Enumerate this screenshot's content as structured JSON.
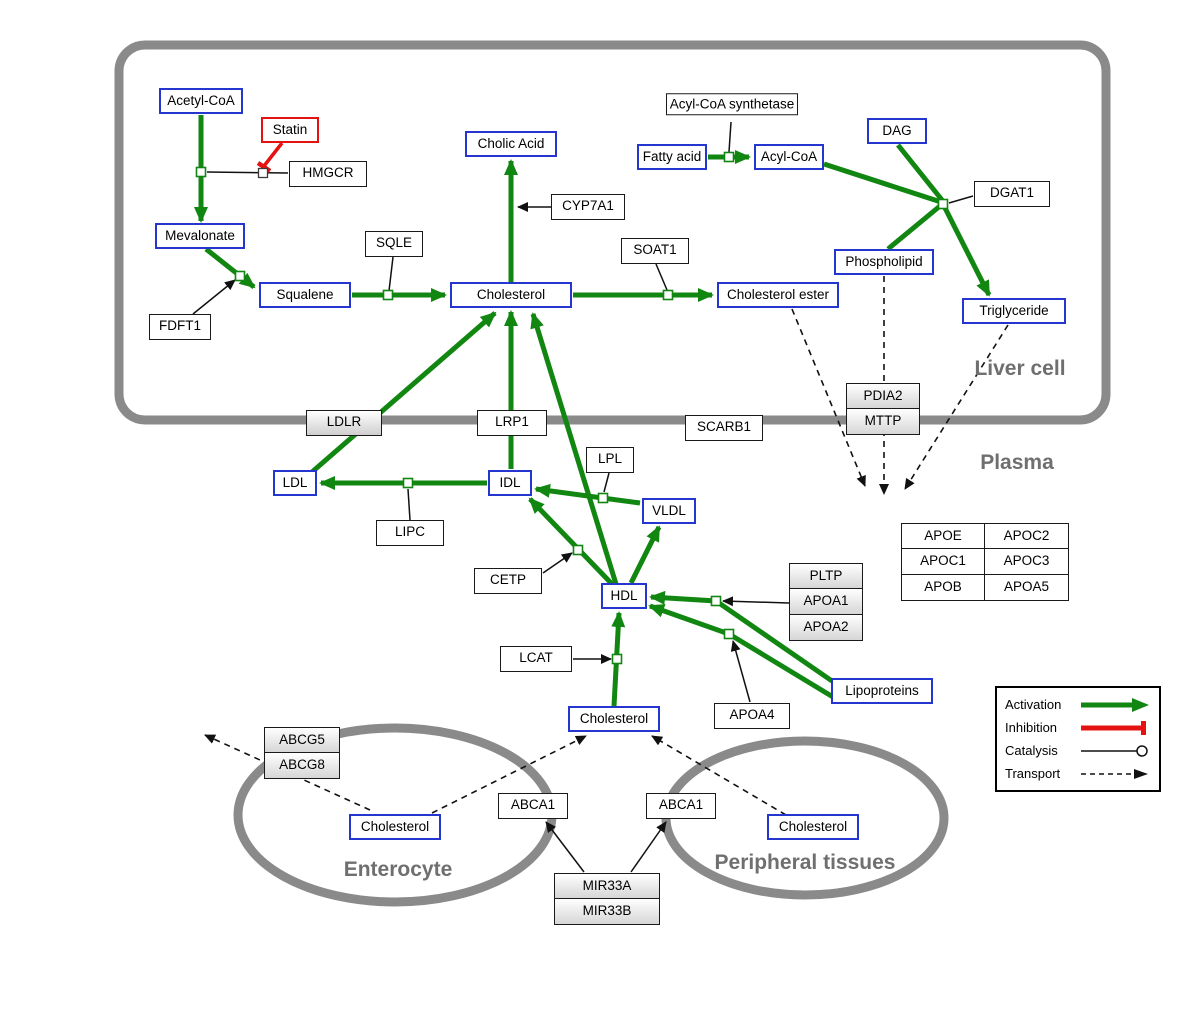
{
  "compartments": {
    "liver": {
      "label": "Liver cell"
    },
    "plasma": {
      "label": "Plasma"
    },
    "enterocyte": {
      "label": "Enterocyte"
    },
    "peripheral": {
      "label": "Peripheral tissues"
    }
  },
  "nodes": {
    "acetyl_coa": "Acetyl-CoA",
    "statin": "Statin",
    "hmgcr": "HMGCR",
    "mevalonate": "Mevalonate",
    "fdft1": "FDFT1",
    "squalene": "Squalene",
    "sqle": "SQLE",
    "cholesterol_liver": "Cholesterol",
    "cholic_acid": "Cholic Acid",
    "cyp7a1": "CYP7A1",
    "soat1": "SOAT1",
    "cholesterol_ester": "Cholesterol ester",
    "fatty_acid": "Fatty acid",
    "acyl_coa": "Acyl-CoA",
    "acyl_coa_synthetase": "Acyl-CoA synthetase",
    "dag": "DAG",
    "dgat1": "DGAT1",
    "phospholipid": "Phospholipid",
    "triglyceride": "Triglyceride",
    "ldlr": "LDLR",
    "lrp1": "LRP1",
    "scarb1": "SCARB1",
    "ldl": "LDL",
    "idl": "IDL",
    "vldl": "VLDL",
    "lpl": "LPL",
    "lipc": "LIPC",
    "cetp": "CETP",
    "hdl": "HDL",
    "lcat": "LCAT",
    "cholesterol_plasma": "Cholesterol",
    "lipoproteins": "Lipoproteins",
    "apoa4": "APOA4",
    "abca1_left": "ABCA1",
    "abca1_right": "ABCA1",
    "cholesterol_enterocyte": "Cholesterol",
    "cholesterol_peripheral": "Cholesterol"
  },
  "stacks": {
    "pdia2_mttp": [
      "PDIA2",
      "MTTP"
    ],
    "pltp_apoa": [
      "PLTP",
      "APOA1",
      "APOA2"
    ],
    "abcg": [
      "ABCG5",
      "ABCG8"
    ],
    "mir33": [
      "MIR33A",
      "MIR33B"
    ]
  },
  "apo_table": [
    [
      "APOE",
      "APOC2"
    ],
    [
      "APOC1",
      "APOC3"
    ],
    [
      "APOB",
      "APOA5"
    ]
  ],
  "legend": {
    "items": [
      {
        "label": "Activation",
        "type": "activation"
      },
      {
        "label": "Inhibition",
        "type": "inhibition"
      },
      {
        "label": "Catalysis",
        "type": "catalysis"
      },
      {
        "label": "Transport",
        "type": "transport"
      }
    ]
  },
  "edges": [
    {
      "type": "activation",
      "from": "Acetyl-CoA",
      "to": "Mevalonate",
      "catalyst": "HMGCR",
      "inhibitor": "Statin"
    },
    {
      "type": "activation",
      "from": "Mevalonate",
      "to": "Squalene",
      "catalyst": "FDFT1"
    },
    {
      "type": "activation",
      "from": "Squalene",
      "to": "Cholesterol",
      "catalyst": "SQLE"
    },
    {
      "type": "activation",
      "from": "Cholesterol",
      "to": "Cholic Acid",
      "catalyst": "CYP7A1"
    },
    {
      "type": "activation",
      "from": "Cholesterol",
      "to": "Cholesterol ester",
      "catalyst": "SOAT1"
    },
    {
      "type": "activation",
      "from": "Fatty acid",
      "to": "Acyl-CoA",
      "catalyst": "Acyl-CoA synthetase"
    },
    {
      "type": "activation",
      "from": "Acyl-CoA",
      "to": "Triglyceride",
      "catalyst": "DGAT1"
    },
    {
      "type": "activation",
      "from": "DAG",
      "to": "Triglyceride",
      "catalyst": "DGAT1"
    },
    {
      "type": "activation",
      "from": "Phospholipid",
      "to": "Triglyceride",
      "catalyst": "DGAT1"
    },
    {
      "type": "activation",
      "from": "LDL",
      "to": "Cholesterol",
      "via": "LDLR"
    },
    {
      "type": "activation",
      "from": "IDL",
      "to": "Cholesterol",
      "via": "LRP1"
    },
    {
      "type": "activation",
      "from": "HDL",
      "to": "Cholesterol"
    },
    {
      "type": "activation",
      "from": "IDL",
      "to": "LDL",
      "catalyst": "LIPC"
    },
    {
      "type": "activation",
      "from": "VLDL",
      "to": "IDL",
      "catalyst": "LPL"
    },
    {
      "type": "activation",
      "from": "HDL",
      "to": "VLDL"
    },
    {
      "type": "activation",
      "from": "HDL",
      "to": "IDL",
      "catalyst": "CETP"
    },
    {
      "type": "activation",
      "from": "Lipoproteins",
      "to": "HDL",
      "catalyst": "PLTP/APOA1/APOA2"
    },
    {
      "type": "activation",
      "from": "Lipoproteins",
      "to": "HDL",
      "catalyst": "APOA4"
    },
    {
      "type": "activation",
      "from": "Cholesterol (plasma)",
      "to": "HDL",
      "catalyst": "LCAT"
    },
    {
      "type": "transport",
      "from": "Cholesterol ester",
      "to": "Plasma"
    },
    {
      "type": "transport",
      "from": "Phospholipid",
      "to": "Plasma",
      "via": "PDIA2/MTTP"
    },
    {
      "type": "transport",
      "from": "Triglyceride",
      "to": "Plasma"
    },
    {
      "type": "transport",
      "from": "Cholesterol (enterocyte)",
      "via": "ABCG5/ABCG8"
    },
    {
      "type": "transport",
      "from": "Cholesterol (enterocyte)",
      "to": "Cholesterol (plasma)",
      "via": "ABCA1"
    },
    {
      "type": "transport",
      "from": "Cholesterol (peripheral)",
      "to": "Cholesterol (plasma)",
      "via": "ABCA1"
    },
    {
      "type": "arrow",
      "from": "MIR33A/MIR33B",
      "to": "ABCA1"
    }
  ],
  "colors": {
    "activation": "#118611",
    "inhibition": "#e51212",
    "metabolite_border": "#2535cf",
    "enzyme_border": "#1a1a1a",
    "compartment": "#8a8a8a",
    "compartment_label": "#6f6f6f"
  }
}
